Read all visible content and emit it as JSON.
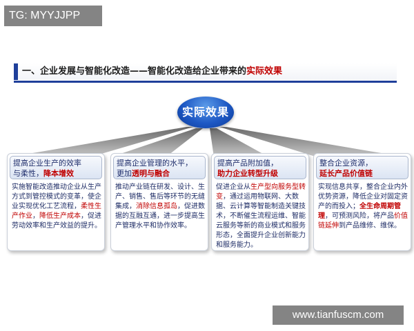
{
  "tag": "TG: MYYJJPP",
  "title": {
    "main": "一、企业发展与智能化改造——智能化改造给企业带来的",
    "highlight": "实际效果"
  },
  "center_label": "实际效果",
  "cards": [
    {
      "head_lines": [
        [
          {
            "t": "提高企业生产的效率",
            "c": ""
          }
        ],
        [
          {
            "t": "与柔性，",
            "c": ""
          },
          {
            "t": "降本增效",
            "c": "red"
          }
        ]
      ],
      "body": [
        {
          "t": "实施智能改造推动企业从生产方式到管控模式的变革，使企业实现优化工艺流程，",
          "c": ""
        },
        {
          "t": "柔性生产作业",
          "c": "red"
        },
        {
          "t": "，",
          "c": ""
        },
        {
          "t": "降低生产成本",
          "c": "red"
        },
        {
          "t": "，促进劳动效率和生产效益的提升。",
          "c": ""
        }
      ]
    },
    {
      "head_lines": [
        [
          {
            "t": "提高企业管理的水平，",
            "c": ""
          }
        ],
        [
          {
            "t": "更加",
            "c": ""
          },
          {
            "t": "透明与融合",
            "c": "red"
          }
        ]
      ],
      "body": [
        {
          "t": "推动产业链在研发、设计、生产、销售、售后等环节的无缝集成，",
          "c": ""
        },
        {
          "t": "消除信息孤岛",
          "c": "red"
        },
        {
          "t": "，促进数据的互融互通，进一步提高生产管理水平和协作效率。",
          "c": ""
        }
      ]
    },
    {
      "head_lines": [
        [
          {
            "t": "提高产品附加值，",
            "c": ""
          }
        ],
        [
          {
            "t": "助力企业转型升级",
            "c": "red"
          }
        ]
      ],
      "body": [
        {
          "t": "促进企业从",
          "c": ""
        },
        {
          "t": "生产型向服务型转变",
          "c": "red"
        },
        {
          "t": "，通过运用物联网、大数据、云计算等智能制造关键技术，不断催生流程运维、智能云服务等新的商业模式和服务形态，全面提升企业创新能力和服务能力。",
          "c": ""
        }
      ]
    },
    {
      "head_lines": [
        [
          {
            "t": "整合企业资源，",
            "c": ""
          }
        ],
        [
          {
            "t": "延长产品价值链",
            "c": "red"
          }
        ]
      ],
      "body": [
        {
          "t": "实现信息共享，整合企业内外优势资源，降低企业对固定资产的而投入；",
          "c": ""
        },
        {
          "t": "全生命周期管理",
          "c": "redb"
        },
        {
          "t": "，可预测风险，将产品",
          "c": ""
        },
        {
          "t": "价值链延伸",
          "c": "red"
        },
        {
          "t": "到产品维修、维保。",
          "c": ""
        }
      ]
    }
  ],
  "site": "www.tianfuscm.com",
  "colors": {
    "accent_red": "#c00000",
    "title_bar_blue": "#1f3f9a",
    "center_oval_blue": "#1d58c4",
    "body_text_navy": "#1f2d66"
  }
}
